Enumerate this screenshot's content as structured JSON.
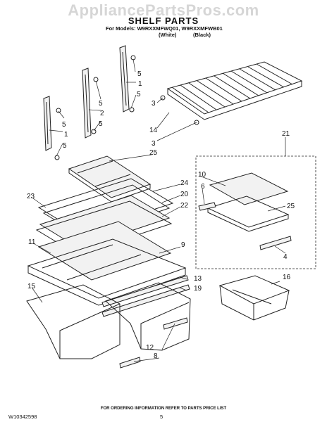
{
  "watermark": "AppliancePartsPros.com",
  "title": "SHELF PARTS",
  "models_line": "For Models: W9RXXMFWQ01, W9RXXMFWB01",
  "variants": {
    "white": "(White)",
    "black": "(Black)"
  },
  "footer_note": "FOR ORDERING INFORMATION REFER TO PARTS PRICE LIST",
  "doc_number": "W10342598",
  "page_number": "5",
  "callouts": [
    "5",
    "1",
    "5",
    "5",
    "2",
    "5",
    "5",
    "1",
    "5",
    "3",
    "14",
    "3",
    "25",
    "21",
    "10",
    "6",
    "25",
    "4",
    "24",
    "23",
    "20",
    "22",
    "11",
    "9",
    "13",
    "15",
    "19",
    "16",
    "12",
    "8"
  ]
}
